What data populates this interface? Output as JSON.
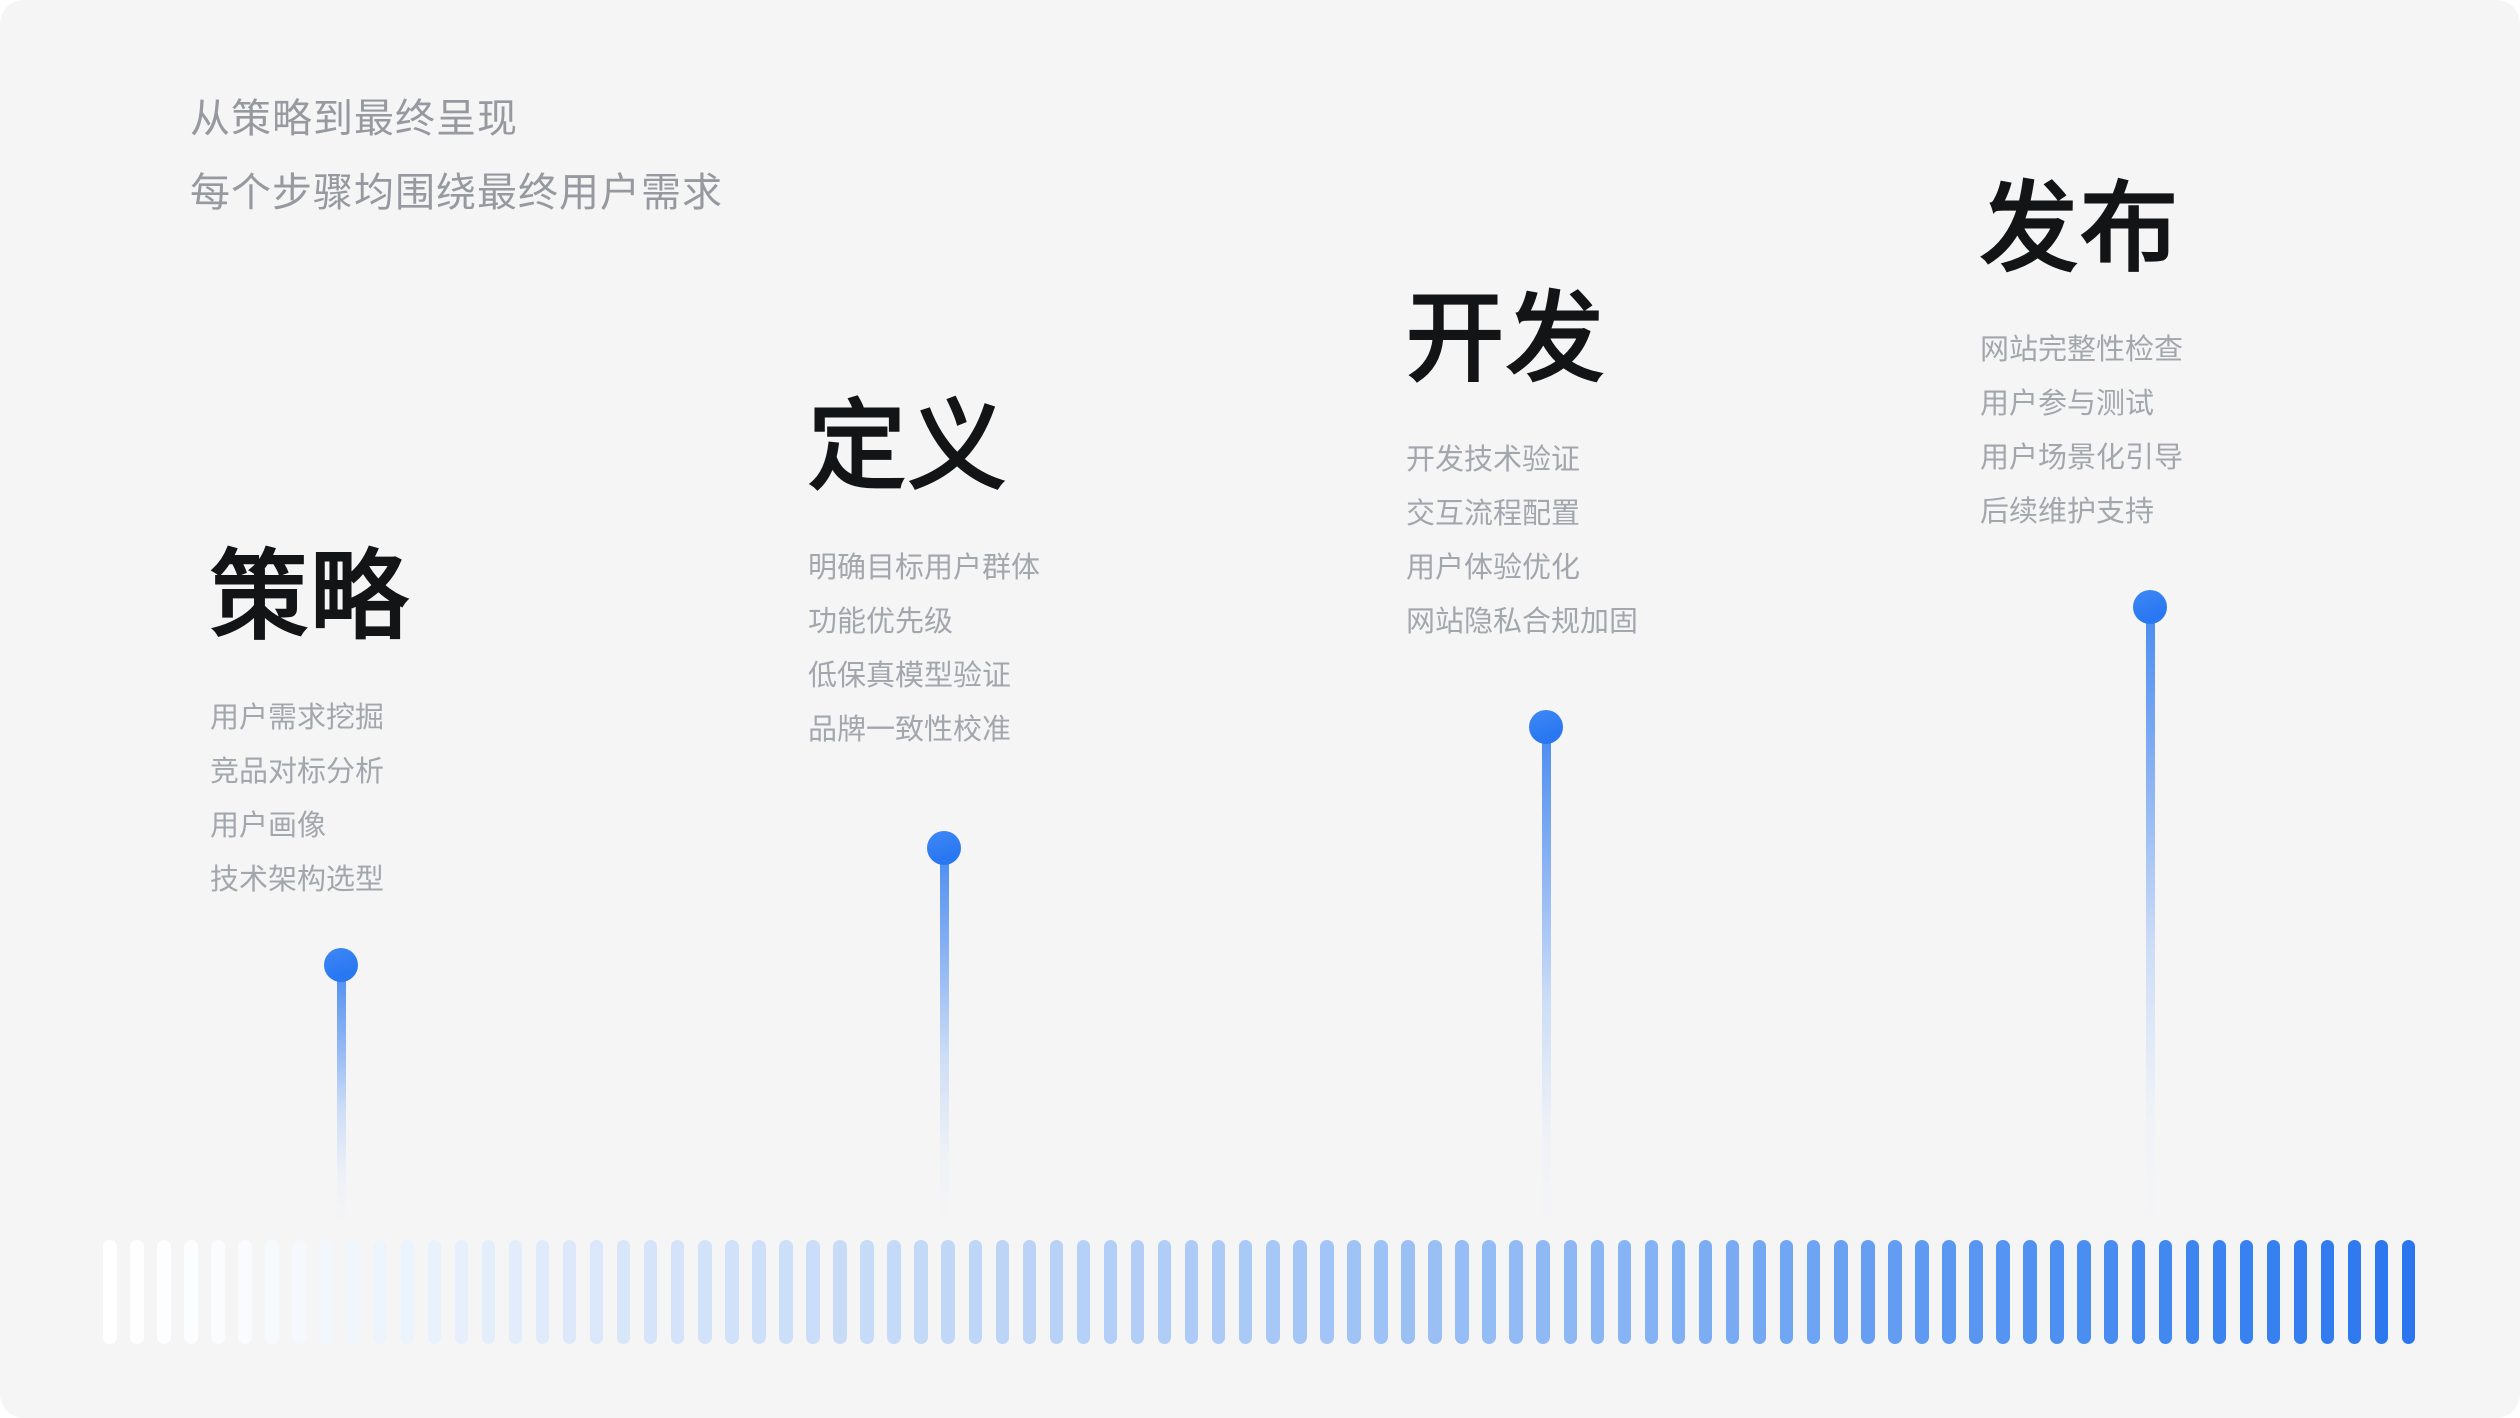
{
  "intro": {
    "line1": "从策略到最终呈现",
    "line2": "每个步骤均围绕最终用户需求"
  },
  "stages": [
    {
      "title": "策略",
      "items": [
        "用户需求挖掘",
        "竞品对标分析",
        "用户画像",
        "技术架构选型"
      ]
    },
    {
      "title": "定义",
      "items": [
        "明确目标用户群体",
        "功能优先级",
        "低保真模型验证",
        "品牌一致性校准"
      ]
    },
    {
      "title": "开发",
      "items": [
        "开发技术验证",
        "交互流程配置",
        "用户体验优化",
        "网站隐私合规加固"
      ]
    },
    {
      "title": "发布",
      "items": [
        "网站完整性检查",
        "用户参与测试",
        "用户场景化引导",
        "后续维护支持"
      ]
    }
  ],
  "colors": {
    "background": "#f5f5f6",
    "heading_text": "#121416",
    "muted_text": "#a2a6ad",
    "subtitle_text": "#96999f",
    "accent_blue": "#2b7af2"
  },
  "timeline": {
    "bar_count": 86,
    "gradient_stops": [
      [
        0.0,
        "#ffffff"
      ],
      [
        0.05,
        "#fbfcfe"
      ],
      [
        0.12,
        "#edf4fc"
      ],
      [
        0.22,
        "#d9e6fa"
      ],
      [
        0.35,
        "#c3d9f8"
      ],
      [
        0.5,
        "#a8c8f6"
      ],
      [
        0.65,
        "#8ab6f4"
      ],
      [
        0.8,
        "#5b98f2"
      ],
      [
        0.92,
        "#3a83f0"
      ],
      [
        1.0,
        "#2b76ef"
      ]
    ]
  }
}
